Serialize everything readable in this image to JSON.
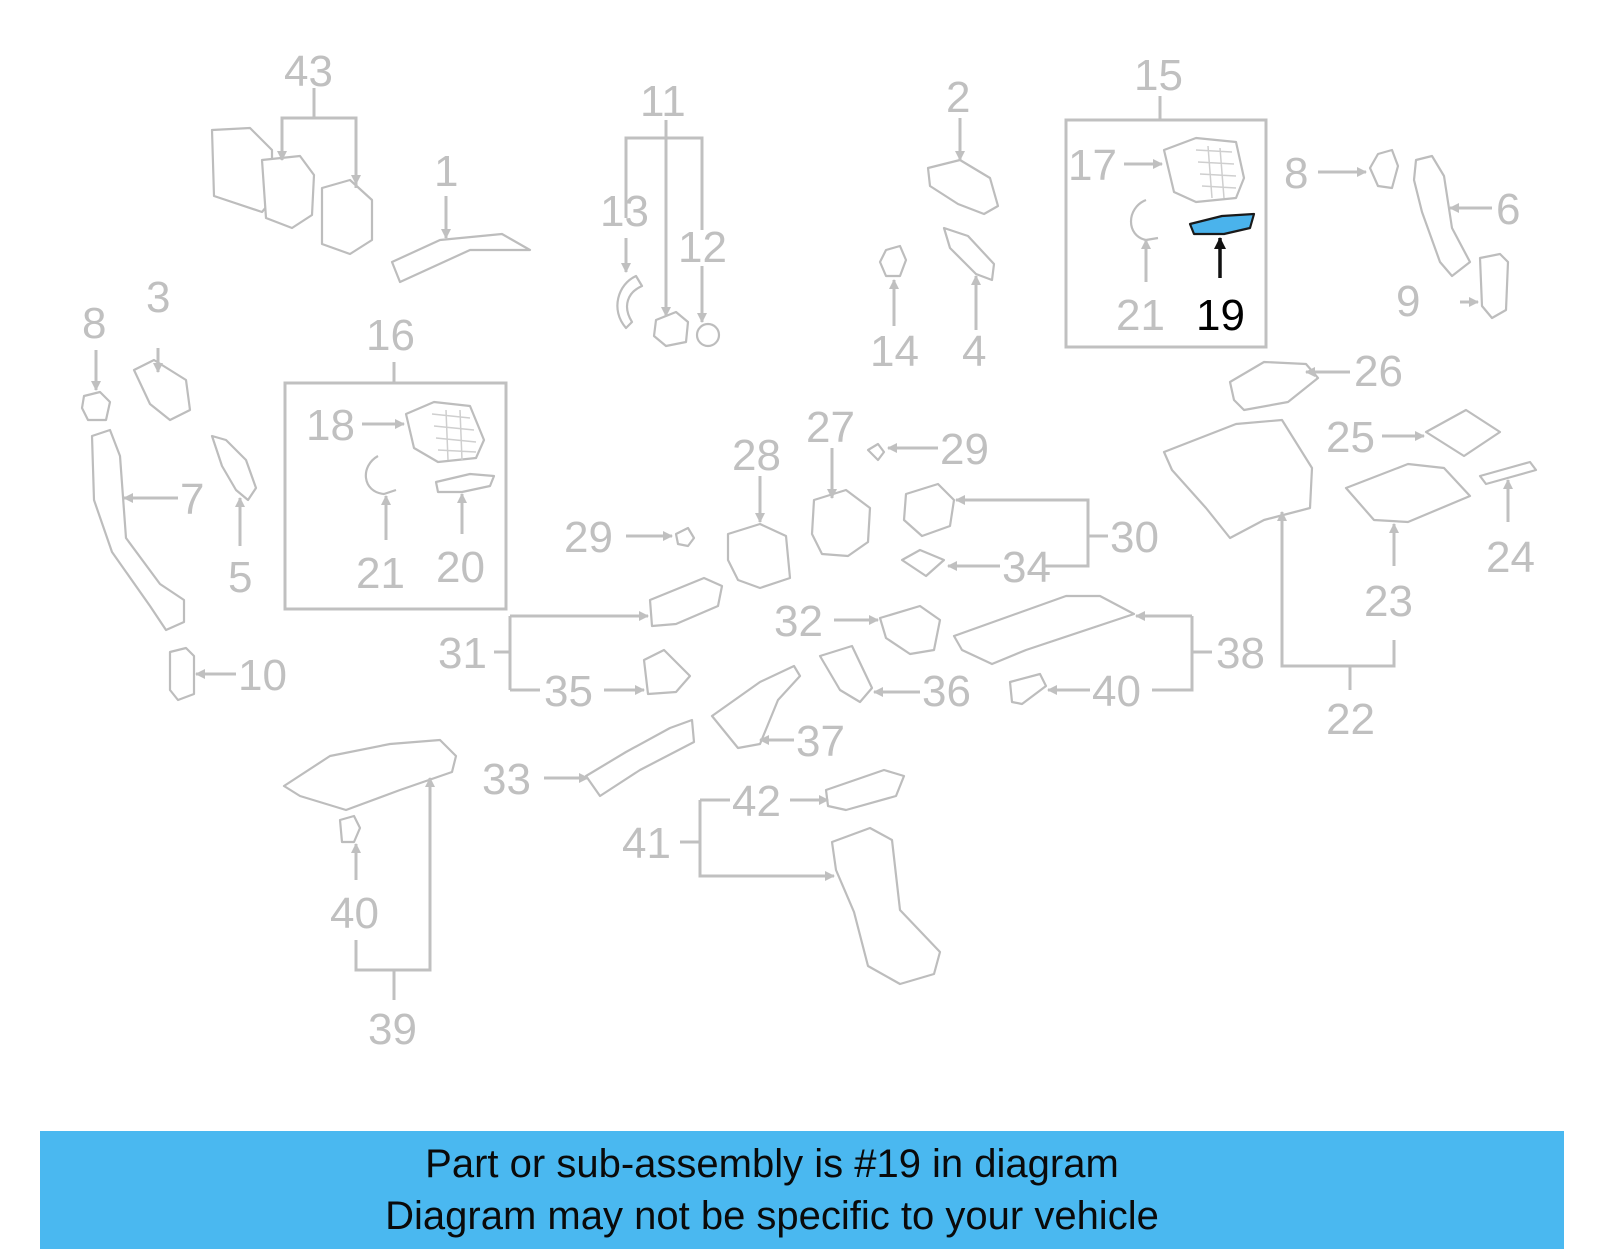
{
  "diagram": {
    "highlighted_part": "19",
    "part_numbers": {
      "p1": "1",
      "p2": "2",
      "p3": "3",
      "p4": "4",
      "p5": "5",
      "p6": "6",
      "p7": "7",
      "p8a": "8",
      "p8b": "8",
      "p9": "9",
      "p10": "10",
      "p11": "11",
      "p12": "12",
      "p13": "13",
      "p14": "14",
      "p15": "15",
      "p16": "16",
      "p17": "17",
      "p18": "18",
      "p19": "19",
      "p20": "20",
      "p21a": "21",
      "p21b": "21",
      "p22": "22",
      "p23": "23",
      "p24": "24",
      "p25": "25",
      "p26": "26",
      "p27": "27",
      "p28": "28",
      "p29a": "29",
      "p29b": "29",
      "p30": "30",
      "p31": "31",
      "p32": "32",
      "p33": "33",
      "p34": "34",
      "p35": "35",
      "p36": "36",
      "p37": "37",
      "p38": "38",
      "p39": "39",
      "p40a": "40",
      "p40b": "40",
      "p41": "41",
      "p42": "42",
      "p43": "43"
    },
    "colors": {
      "highlight": "#4ab3ec",
      "muted": "#c0c0c0",
      "banner": "#4ab8f0"
    }
  },
  "footer": {
    "line1": "Part or sub-assembly is #19 in diagram",
    "line2": "Diagram may not be specific to your vehicle"
  }
}
